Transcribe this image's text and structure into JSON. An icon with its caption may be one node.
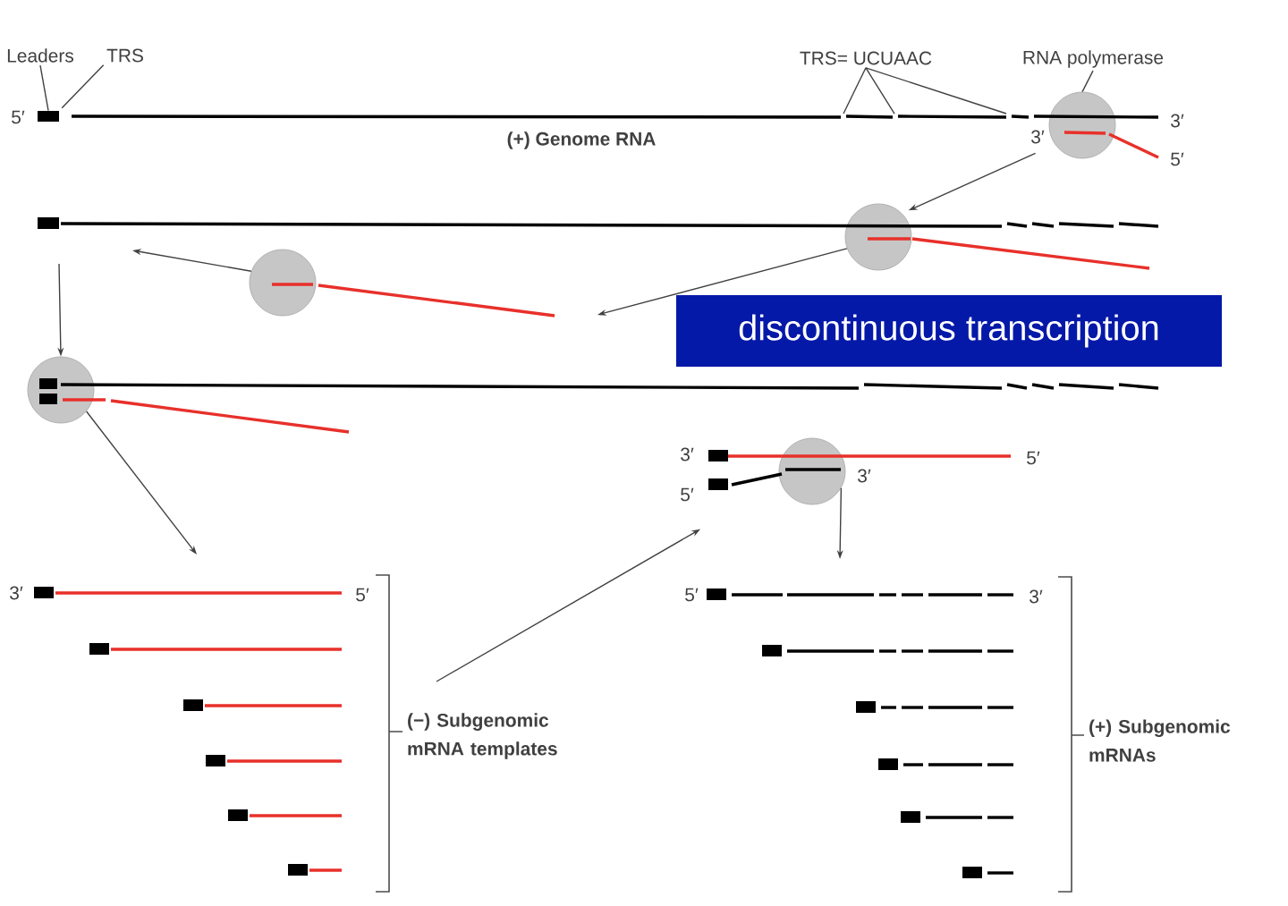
{
  "diagram": {
    "nodes": [
      {
        "text": [
          "Leaders"
        ]
      },
      {
        "text": [
          "TRS"
        ]
      },
      {
        "text": [],
        "shape": "box"
      },
      {
        "text": [
          "TRS= UCUAAC"
        ]
      },
      {
        "text": [
          "RNA polymerase"
        ]
      },
      {
        "text": [],
        "shape": "circle"
      },
      {
        "text": [],
        "shape": "circle"
      },
      {
        "text": [],
        "shape": "circle"
      },
      {
        "text": [],
        "shape": "circle"
      },
      {
        "text": [],
        "shape": "circle"
      },
      {
        "text": [
          "discontinuous transcription"
        ]
      },
      {
        "text": [
          "(−) Subgenomic mRNA templates"
        ]
      },
      {
        "text": [
          "(+) Subgenomic mRNAs"
        ]
      }
    ],
    "edges": [
      {
        "from": 0,
        "to": 2,
        "arrow": "none"
      },
      {
        "from": 1,
        "to": 2,
        "arrow": "none"
      },
      {
        "from": 3,
        "to": null,
        "arrow": "none"
      },
      {
        "from": 3,
        "to": null,
        "arrow": "none"
      },
      {
        "from": 3,
        "to": null,
        "arrow": "none"
      },
      {
        "from": 4,
        "to": 5,
        "arrow": "none"
      },
      {
        "from": 5,
        "to": 6,
        "arrow": "to"
      },
      {
        "from": 6,
        "to": null,
        "arrow": "to"
      },
      {
        "from": 7,
        "to": null,
        "arrow": "to"
      },
      {
        "from": null,
        "to": 8,
        "arrow": "to"
      },
      {
        "from": 8,
        "to": null,
        "arrow": "to"
      },
      {
        "from": null,
        "to": 9,
        "arrow": "to"
      },
      {
        "from": 9,
        "to": null,
        "arrow": "to"
      }
    ],
    "labels": [
      "5′",
      "3′",
      "(+) Genome RNA",
      "3′",
      "5′",
      "3′",
      "5′",
      "3′",
      "5′",
      "3′",
      "5′",
      "5′",
      "3′"
    ]
  }
}
